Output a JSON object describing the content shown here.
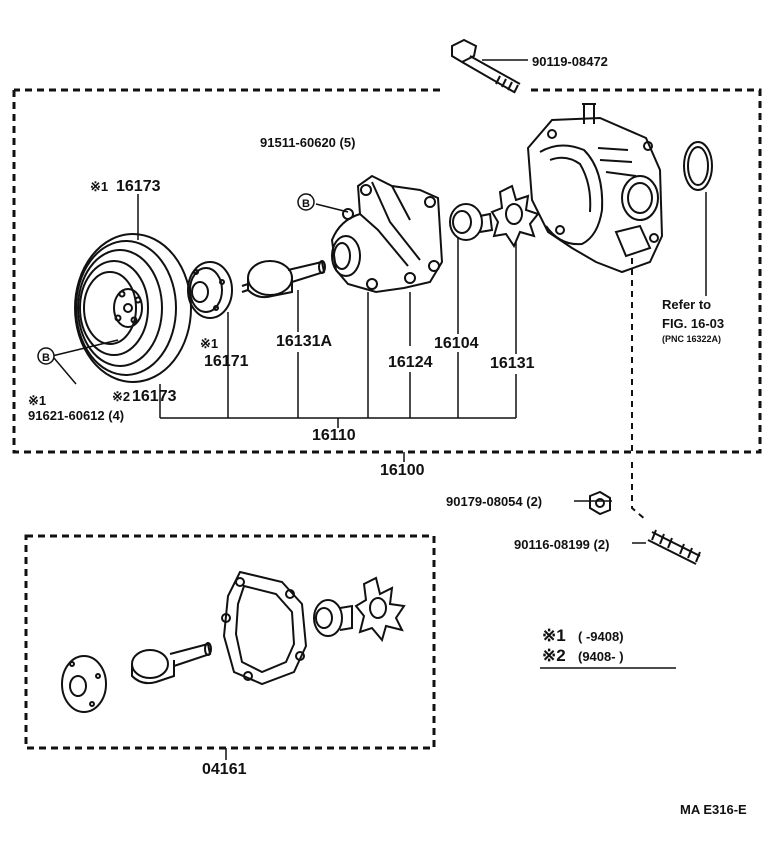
{
  "parts": {
    "bolt_top": "90119-08472",
    "bolt_b": "91511-60620 (5)",
    "pulley_mark": "※1",
    "pulley": "16173",
    "pulley_mark2": "※2",
    "pulley2": "16173",
    "flange_mark": "※1",
    "flange": "16171",
    "bolt_pulley_mark": "※1",
    "bolt_pulley": "91621-60612 (4)",
    "bearing_shaft": "16131A",
    "housing": "16124",
    "seal": "16104",
    "impeller": "16131",
    "pump_sub": "16110",
    "pump_assy": "16100",
    "nut": "90179-08054 (2)",
    "stud": "90116-08199 (2)",
    "kit": "04161",
    "marker_b": "B"
  },
  "refer": {
    "line1": "Refer to",
    "line2": "FIG. 16-03",
    "line3": "(PNC 16322A)"
  },
  "legend": {
    "row1_mark": "※1",
    "row1_text": "(       -9408)",
    "row2_mark": "※2",
    "row2_text": "(9408-       )"
  },
  "figure_code": "MA E316-E"
}
